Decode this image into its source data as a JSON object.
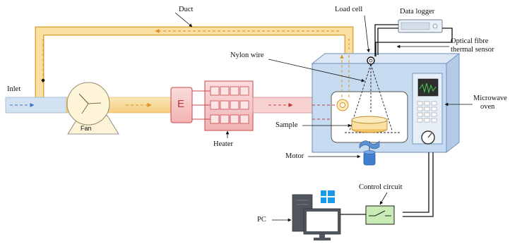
{
  "labels": {
    "duct": "Duct",
    "load_cell": "Load cell",
    "data_logger": "Data logger",
    "optical_fibre_line1": "Optical fibre",
    "optical_fibre_line2": "thermal sensor",
    "nylon_wire": "Nylon wire",
    "inlet": "Inlet",
    "fan": "Fan",
    "heater": "Heater",
    "heater_box_letter": "E",
    "sample": "Sample",
    "microwave_line1": "Microwave",
    "microwave_line2": "oven",
    "motor": "Motor",
    "control_circuit": "Control circuit",
    "pc": "PC"
  },
  "colors": {
    "duct_fill": "#f9dfa3",
    "duct_stroke": "#e0a83a",
    "inlet_fill": "#d3e2f1",
    "heater_fill": "#f7d0d0",
    "heater_stroke": "#c9484e",
    "oven_fill": "#c6daf0",
    "oven_stroke": "#6c8fb8",
    "control_fill": "#c9ecb6",
    "pc_color": "#505560",
    "windows_blue": "#1b9be6"
  },
  "icons": [
    "fan-icon",
    "load-cell-icon",
    "data-logger-icon",
    "pc-tower-icon",
    "monitor-icon",
    "windows-logo-icon",
    "switch-icon",
    "motor-icon",
    "gauge-icon",
    "oscilloscope-icon"
  ]
}
